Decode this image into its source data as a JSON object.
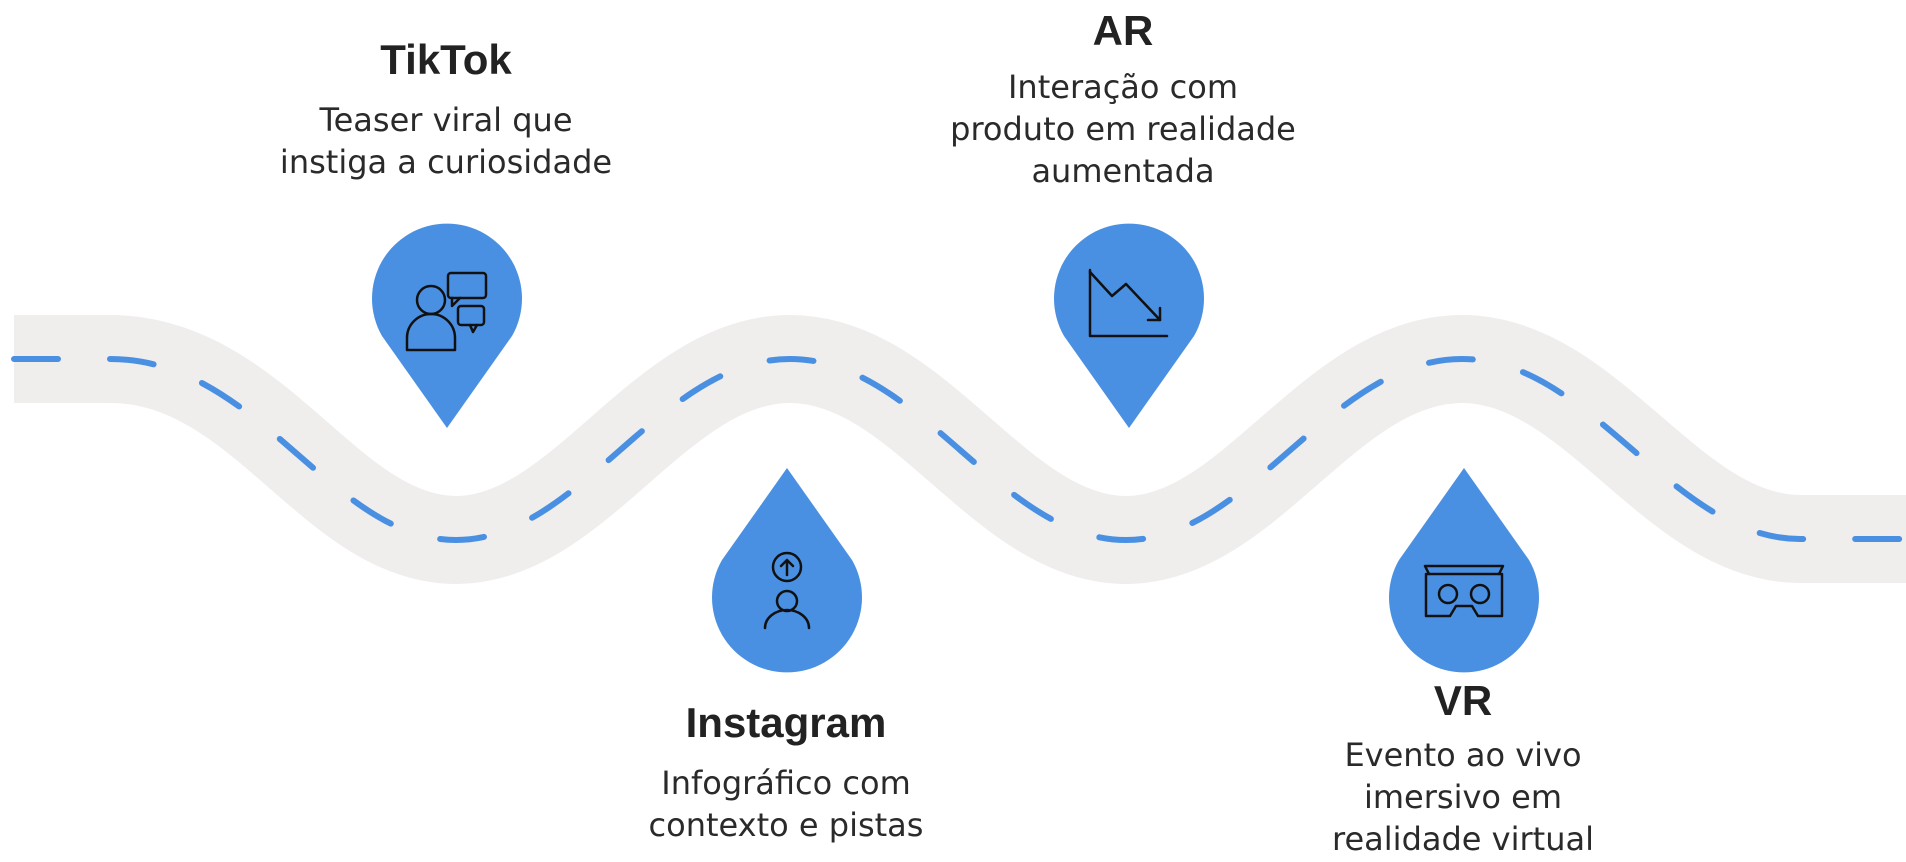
{
  "colors": {
    "road": "#f0eded",
    "dash": "#4a90e2",
    "pin": "#4a90e2",
    "icon_stroke": "#111111"
  },
  "milestones": [
    {
      "id": "tiktok",
      "title": "TikTok",
      "description": [
        "Teaser viral que",
        "instiga a curiosidade"
      ],
      "icon": "chat-person-icon"
    },
    {
      "id": "instagram",
      "title": "Instagram",
      "description": [
        "Infográfico com",
        "contexto e pistas"
      ],
      "icon": "upload-person-icon"
    },
    {
      "id": "ar",
      "title": "AR",
      "description": [
        "Interação com",
        "produto em realidade",
        "aumentada"
      ],
      "icon": "downtrend-chart-icon"
    },
    {
      "id": "vr",
      "title": "VR",
      "description": [
        "Evento ao vivo",
        "imersivo em",
        "realidade virtual"
      ],
      "icon": "vr-headset-icon"
    }
  ]
}
